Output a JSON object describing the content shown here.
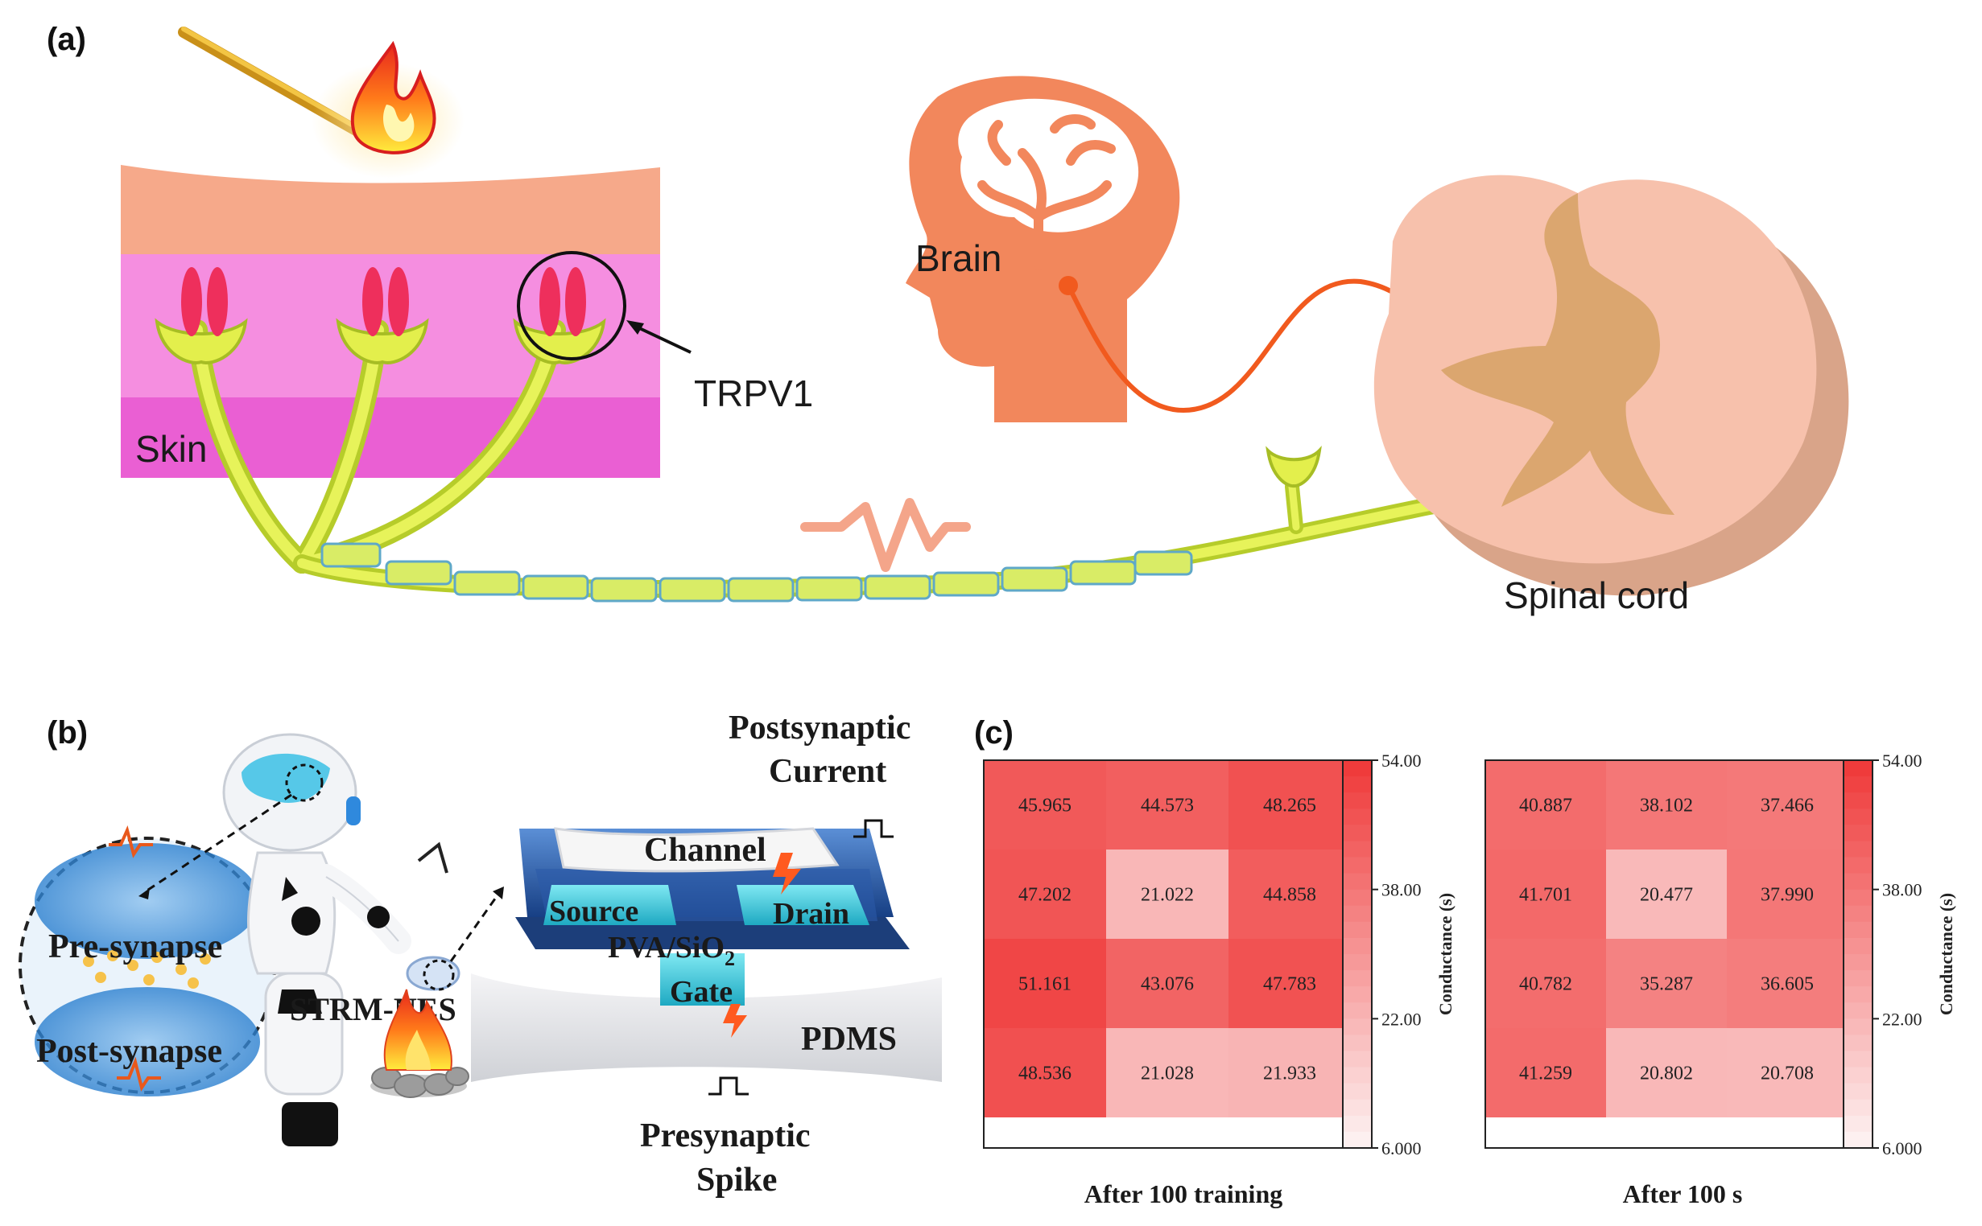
{
  "panel_a": {
    "label": "(a)",
    "labels": {
      "skin": "Skin",
      "trpv1": "TRPV1",
      "brain": "Brain",
      "spinal_cord": "Spinal cord"
    }
  },
  "panel_b": {
    "label": "(b)",
    "labels": {
      "pre_synapse": "Pre-synapse",
      "post_synapse": "Post-synapse",
      "strm_nes": "STRM-NES",
      "postsynaptic_line1": "Postsynaptic",
      "postsynaptic_line2": "Current",
      "channel": "Channel",
      "source": "Source",
      "drain": "Drain",
      "pva_sio2": "PVA/SiO",
      "pva_sub": "2",
      "gate": "Gate",
      "pdms": "PDMS",
      "presynaptic_line1": "Presynaptic",
      "presynaptic_line2": "Spike"
    }
  },
  "panel_c": {
    "label": "(c)",
    "colors": {
      "low": "#fdf0f0",
      "high": "#ef3b3b"
    },
    "chart_data": [
      {
        "type": "heatmap",
        "title": "After 100 training",
        "values": [
          [
            "45.965",
            "44.573",
            "48.265"
          ],
          [
            "47.202",
            "21.022",
            "44.858"
          ],
          [
            "51.161",
            "43.076",
            "47.783"
          ],
          [
            "48.536",
            "21.028",
            "21.933"
          ]
        ],
        "colorbar": {
          "min": 6,
          "max": 54,
          "ticks": [
            "54.00",
            "38.00",
            "22.00",
            "6.000"
          ],
          "label": "Conductance (s)"
        }
      },
      {
        "type": "heatmap",
        "title": "After 100 s",
        "values": [
          [
            "40.887",
            "38.102",
            "37.466"
          ],
          [
            "41.701",
            "20.477",
            "37.990"
          ],
          [
            "40.782",
            "35.287",
            "36.605"
          ],
          [
            "41.259",
            "20.802",
            "20.708"
          ]
        ],
        "colorbar": {
          "min": 6,
          "max": 54,
          "ticks": [
            "54.00",
            "38.00",
            "22.00",
            "6.000"
          ],
          "label": "Conductance (s)"
        }
      }
    ]
  }
}
